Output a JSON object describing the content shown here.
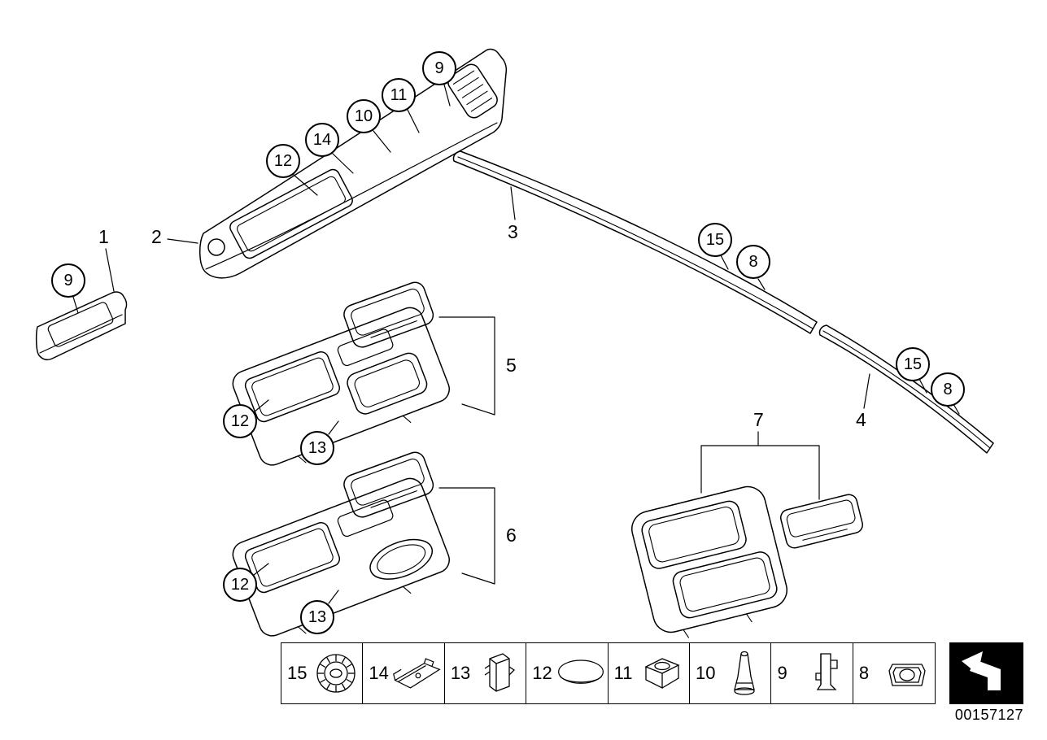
{
  "diagram": {
    "doc_number": "00157127",
    "callout_circles": [
      {
        "label": "12"
      },
      {
        "label": "14"
      },
      {
        "label": "10"
      },
      {
        "label": "11"
      },
      {
        "label": "9"
      },
      {
        "label": "9"
      },
      {
        "label": "15"
      },
      {
        "label": "8"
      },
      {
        "label": "15"
      },
      {
        "label": "8"
      },
      {
        "label": "12"
      },
      {
        "label": "13"
      },
      {
        "label": "12"
      },
      {
        "label": "13"
      }
    ],
    "part_labels": [
      {
        "label": "1"
      },
      {
        "label": "2"
      },
      {
        "label": "3"
      },
      {
        "label": "4"
      },
      {
        "label": "5"
      },
      {
        "label": "6"
      },
      {
        "label": "7"
      }
    ],
    "legend_items": [
      {
        "number": "15",
        "icon": "round-grommet-icon"
      },
      {
        "number": "14",
        "icon": "mounting-bracket-icon"
      },
      {
        "number": "13",
        "icon": "spring-clip-icon"
      },
      {
        "number": "12",
        "icon": "oval-cap-icon"
      },
      {
        "number": "11",
        "icon": "cage-nut-icon"
      },
      {
        "number": "10",
        "icon": "cone-pin-icon"
      },
      {
        "number": "9",
        "icon": "flat-clip-icon"
      },
      {
        "number": "8",
        "icon": "expanding-rivet-icon"
      }
    ]
  }
}
